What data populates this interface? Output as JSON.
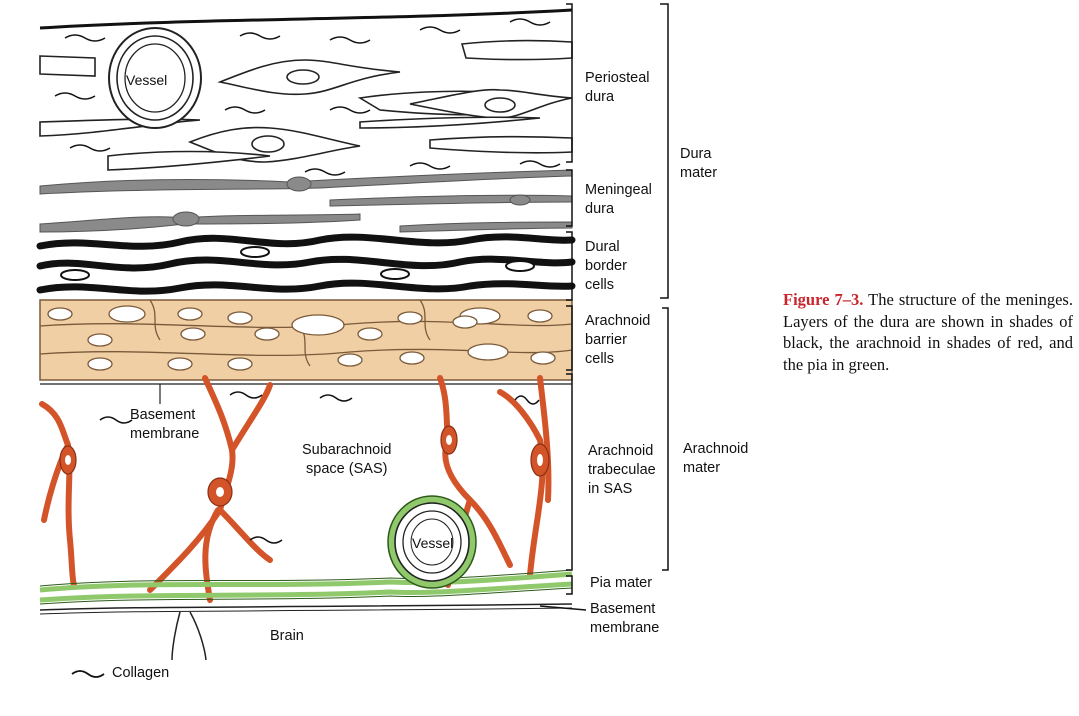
{
  "labels": {
    "vessel_top": "Vessel",
    "vessel_bottom": "Vessel",
    "periosteal_dura": [
      "Periosteal",
      "dura"
    ],
    "meningeal_dura": [
      "Meningeal",
      "dura"
    ],
    "dural_border_cells": [
      "Dural",
      "border",
      "cells"
    ],
    "dura_mater": [
      "Dura",
      "mater"
    ],
    "arachnoid_barrier_cells": [
      "Arachnoid",
      "barrier",
      "cells"
    ],
    "arachnoid_trabeculae": [
      "Arachnoid",
      "trabeculae",
      "in SAS"
    ],
    "arachnoid_mater": [
      "Arachnoid",
      "mater"
    ],
    "pia_mater": "Pia mater",
    "basement_membrane_right": [
      "Basement",
      "membrane"
    ],
    "basement_membrane_left": [
      "Basement",
      "membrane"
    ],
    "subarachnoid_space": [
      "Subarachnoid",
      "space (SAS)"
    ],
    "brain": "Brain",
    "legend_collagen": "Collagen"
  },
  "caption": {
    "figure_label": "Figure 7–3.",
    "text": " The structure of the meninges. Layers of the dura are shown in shades of black, the arachnoid in shades of red, and the pia in green."
  },
  "colors": {
    "arachnoid_fill": "#f0cfa4",
    "trabeculae": "#d4542a",
    "pia": "#8fc96b",
    "meningeal": "#8a8a8a",
    "dural_border": "#111111",
    "caption_accent": "#c8262c"
  }
}
